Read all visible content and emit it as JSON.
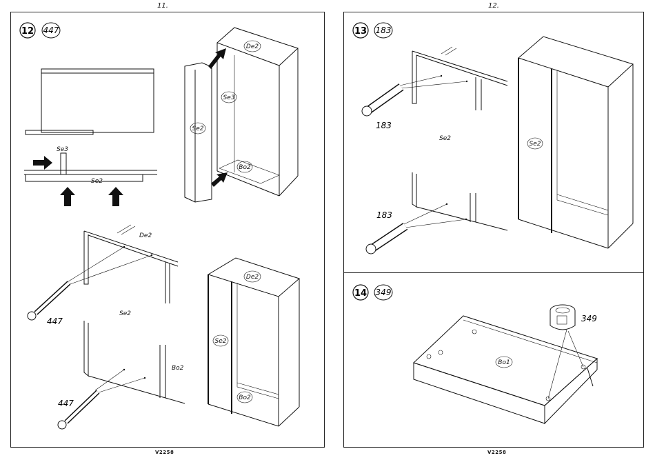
{
  "pages": {
    "left_number": "11.",
    "right_number": "12.",
    "footer_left": "V2258",
    "footer_right": "V2258"
  },
  "steps": [
    {
      "number": "12",
      "count": "447",
      "labels": {
        "de2_top": "De2",
        "se3_mid": "Se3",
        "se2_panel": "Se2",
        "bo2_bottom": "Bo2",
        "se3_detail": "Se3",
        "se2_detail": "Se2",
        "de2_corner": "De2",
        "se2_corner": "Se2",
        "bo2_corner": "Bo2",
        "screw_top": "447",
        "screw_bottom": "447",
        "de2_final": "De2",
        "se2_final": "Se2",
        "bo2_final": "Bo2"
      }
    },
    {
      "number": "13",
      "count": "183",
      "labels": {
        "dowel_top": "183",
        "se2_mid": "Se2",
        "dowel_bottom": "183",
        "se2_final": "Se2"
      }
    },
    {
      "number": "14",
      "count": "349",
      "labels": {
        "bo1": "Bo1",
        "fitting": "349"
      }
    }
  ]
}
